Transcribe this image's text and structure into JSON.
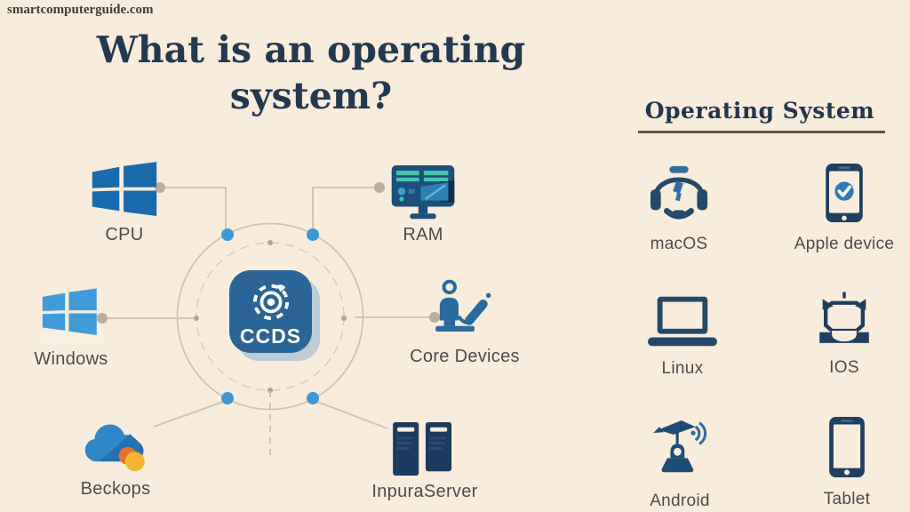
{
  "page": {
    "watermark": "smartcomputerguide.com",
    "title": "What is an operating system?"
  },
  "colors": {
    "background": "#f8ecdc",
    "title_navy": "#233950",
    "label_gray": "#4c4c4c",
    "icon_navy": "#1f3f63",
    "windows_blue_dark": "#1a6bad",
    "windows_blue_light": "#3f9cd9",
    "accent_blue": "#3b99d6",
    "connector_tan": "#d2c5b2",
    "ccds_blue": "#2b6496",
    "cloud_blue": "#2f87c8",
    "cloud_orange": "#e8722a",
    "cloud_yellow": "#f6b52d",
    "monitor_teal": "#45c4ae"
  },
  "diagram": {
    "center_label": "CCDS",
    "nodes": [
      {
        "label": "CPU"
      },
      {
        "label": "RAM"
      },
      {
        "label": "Windows"
      },
      {
        "label": "Core Devices"
      },
      {
        "label": "Beckops"
      },
      {
        "label": "InpuraServer"
      }
    ]
  },
  "os_panel": {
    "heading": "Operating System",
    "items": [
      {
        "label": "macOS"
      },
      {
        "label": "Apple device"
      },
      {
        "label": "Linux"
      },
      {
        "label": "IOS"
      },
      {
        "label": "Android"
      },
      {
        "label": "Tablet"
      }
    ]
  }
}
